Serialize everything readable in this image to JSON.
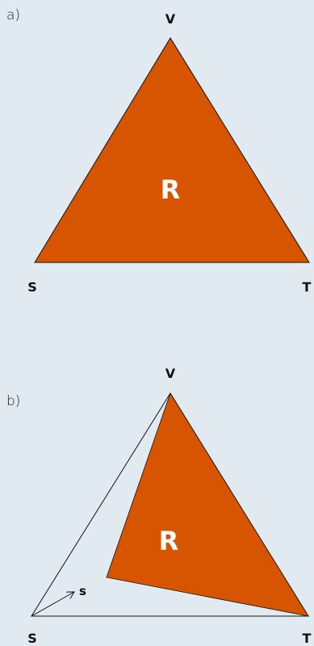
{
  "colors": {
    "background": "#e2eaf1",
    "region_fill": "#d75500",
    "outline": "#111111",
    "region_text": "#ffffff"
  },
  "panel_a": {
    "label": "a)",
    "vertex_top": "V",
    "vertex_left": "S",
    "vertex_right": "T",
    "region": "R"
  },
  "panel_b": {
    "label": "b)",
    "vertex_top": "V",
    "vertex_left": "S",
    "vertex_right": "T",
    "region": "R",
    "vector_label": "s"
  }
}
